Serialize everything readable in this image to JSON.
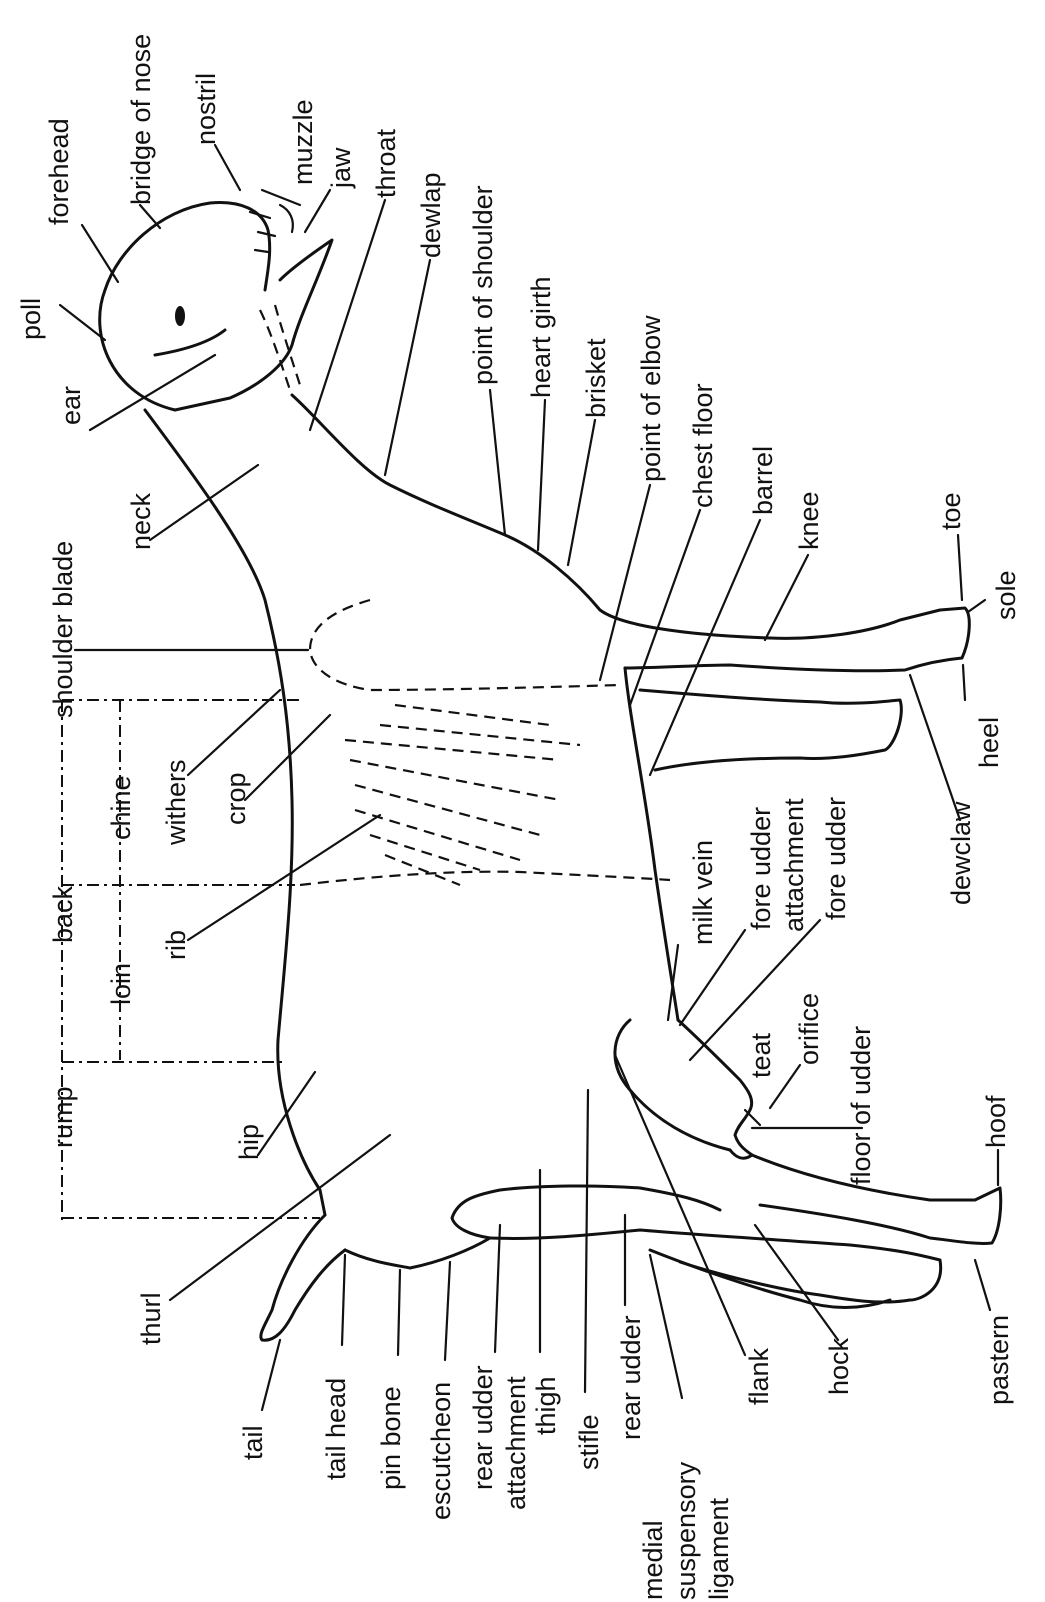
{
  "labels": {
    "poll": "poll",
    "forehead": "forehead",
    "bridge_of_nose": "bridge of nose",
    "nostril": "nostril",
    "muzzle": "muzzle",
    "jaw": "jaw",
    "throat": "throat",
    "dewlap": "dewlap",
    "ear": "ear",
    "point_of_shoulder": "point of shoulder",
    "heart_girth": "heart girth",
    "brisket": "brisket",
    "point_of_elbow": "point of elbow",
    "chest_floor": "chest floor",
    "barrel": "barrel",
    "knee": "knee",
    "toe": "toe",
    "sole": "sole",
    "heel": "heel",
    "dewclaw": "dewclaw",
    "neck": "neck",
    "shoulder_blade": "shoulder blade",
    "withers": "withers",
    "crop": "crop",
    "chine": "chine",
    "back": "back",
    "rib": "rib",
    "loin": "loin",
    "rump": "rump",
    "hip": "hip",
    "thurl": "thurl",
    "milk_vein": "milk vein",
    "fore_udder_attachment_1": "fore udder",
    "fore_udder_attachment_2": "attachment",
    "fore_udder": "fore udder",
    "orifice": "orifice",
    "teat": "teat",
    "floor_of_udder": "floor of udder",
    "hoof": "hoof",
    "pastern": "pastern",
    "hock": "hock",
    "flank": "flank",
    "tail": "tail",
    "tail_head": "tail head",
    "pin_bone": "pin bone",
    "escutcheon": "escutcheon",
    "rear_udder_attachment_1": "rear udder",
    "rear_udder_attachment_2": "attachment",
    "thigh": "thigh",
    "stifle": "stifle",
    "rear_udder": "rear udder",
    "medial_suspensory_ligament_1": "medial",
    "medial_suspensory_ligament_2": "suspensory",
    "medial_suspensory_ligament_3": "ligament"
  }
}
